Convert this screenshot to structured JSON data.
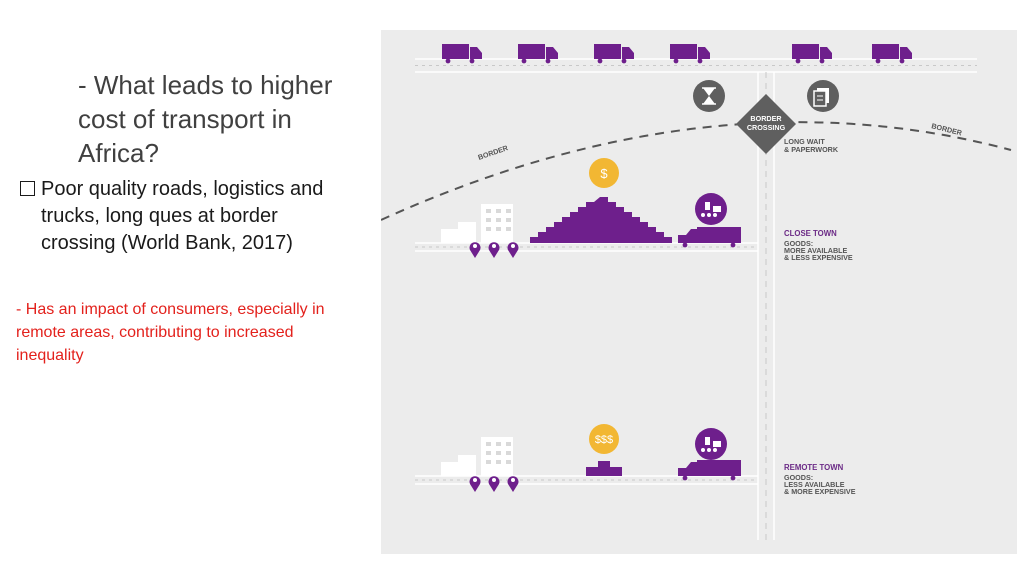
{
  "slide": {
    "heading": "- What leads to higher cost of transport in Africa?",
    "bullet": "Poor quality roads, logistics and trucks, long ques at border crossing (World Bank, 2017)",
    "note": "- Has an impact of consumers, especially in remote areas, contributing to increased inequality"
  },
  "infographic": {
    "border_label": "BORDER",
    "crossing_label_1": "BORDER",
    "crossing_label_2": "CROSSING",
    "wait_1": "LONG WAIT",
    "wait_2": "& PAPERWORK",
    "close_town": {
      "title": "CLOSE TOWN",
      "line1": "GOODS:",
      "line2": "MORE AVAILABLE",
      "line3": "& LESS EXPENSIVE",
      "price": "$"
    },
    "remote_town": {
      "title": "REMOTE TOWN",
      "line1": "GOODS:",
      "line2": "LESS AVAILABLE",
      "line3": "& MORE EXPENSIVE",
      "price": "$$$"
    },
    "colors": {
      "purple": "#6e1f8c",
      "gold": "#f2b733",
      "grey_icon": "#5f5f5f",
      "text_purple": "#6b2a86",
      "text_grey": "#555555"
    }
  }
}
